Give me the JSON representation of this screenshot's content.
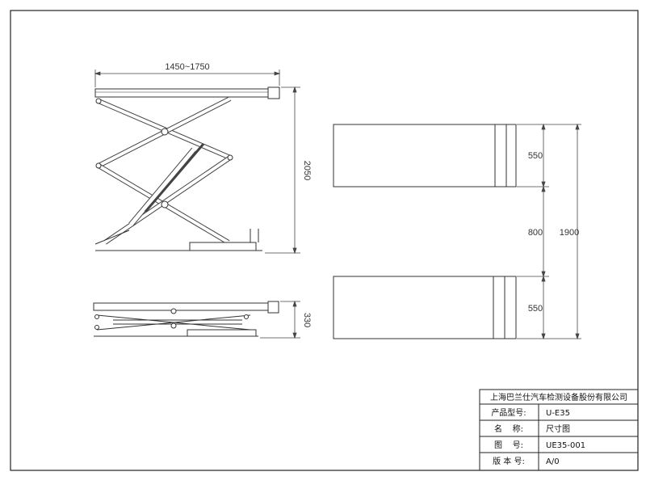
{
  "dimensions": {
    "width_range": "1450~1750",
    "height_raised": "2050",
    "height_lowered": "330",
    "platform_length_1": "550",
    "platform_gap": "800",
    "platform_length_2": "550",
    "total_length": "1900"
  },
  "title_block": {
    "company": "上海巴兰仕汽车检测设备股份有限公司",
    "rows": [
      {
        "label": "产品型号:",
        "value": "U-E35"
      },
      {
        "label": "名    称:",
        "value": "尺寸图"
      },
      {
        "label": "图    号:",
        "value": "UE35-001"
      },
      {
        "label": "版 本 号:",
        "value": "A/0"
      }
    ]
  }
}
